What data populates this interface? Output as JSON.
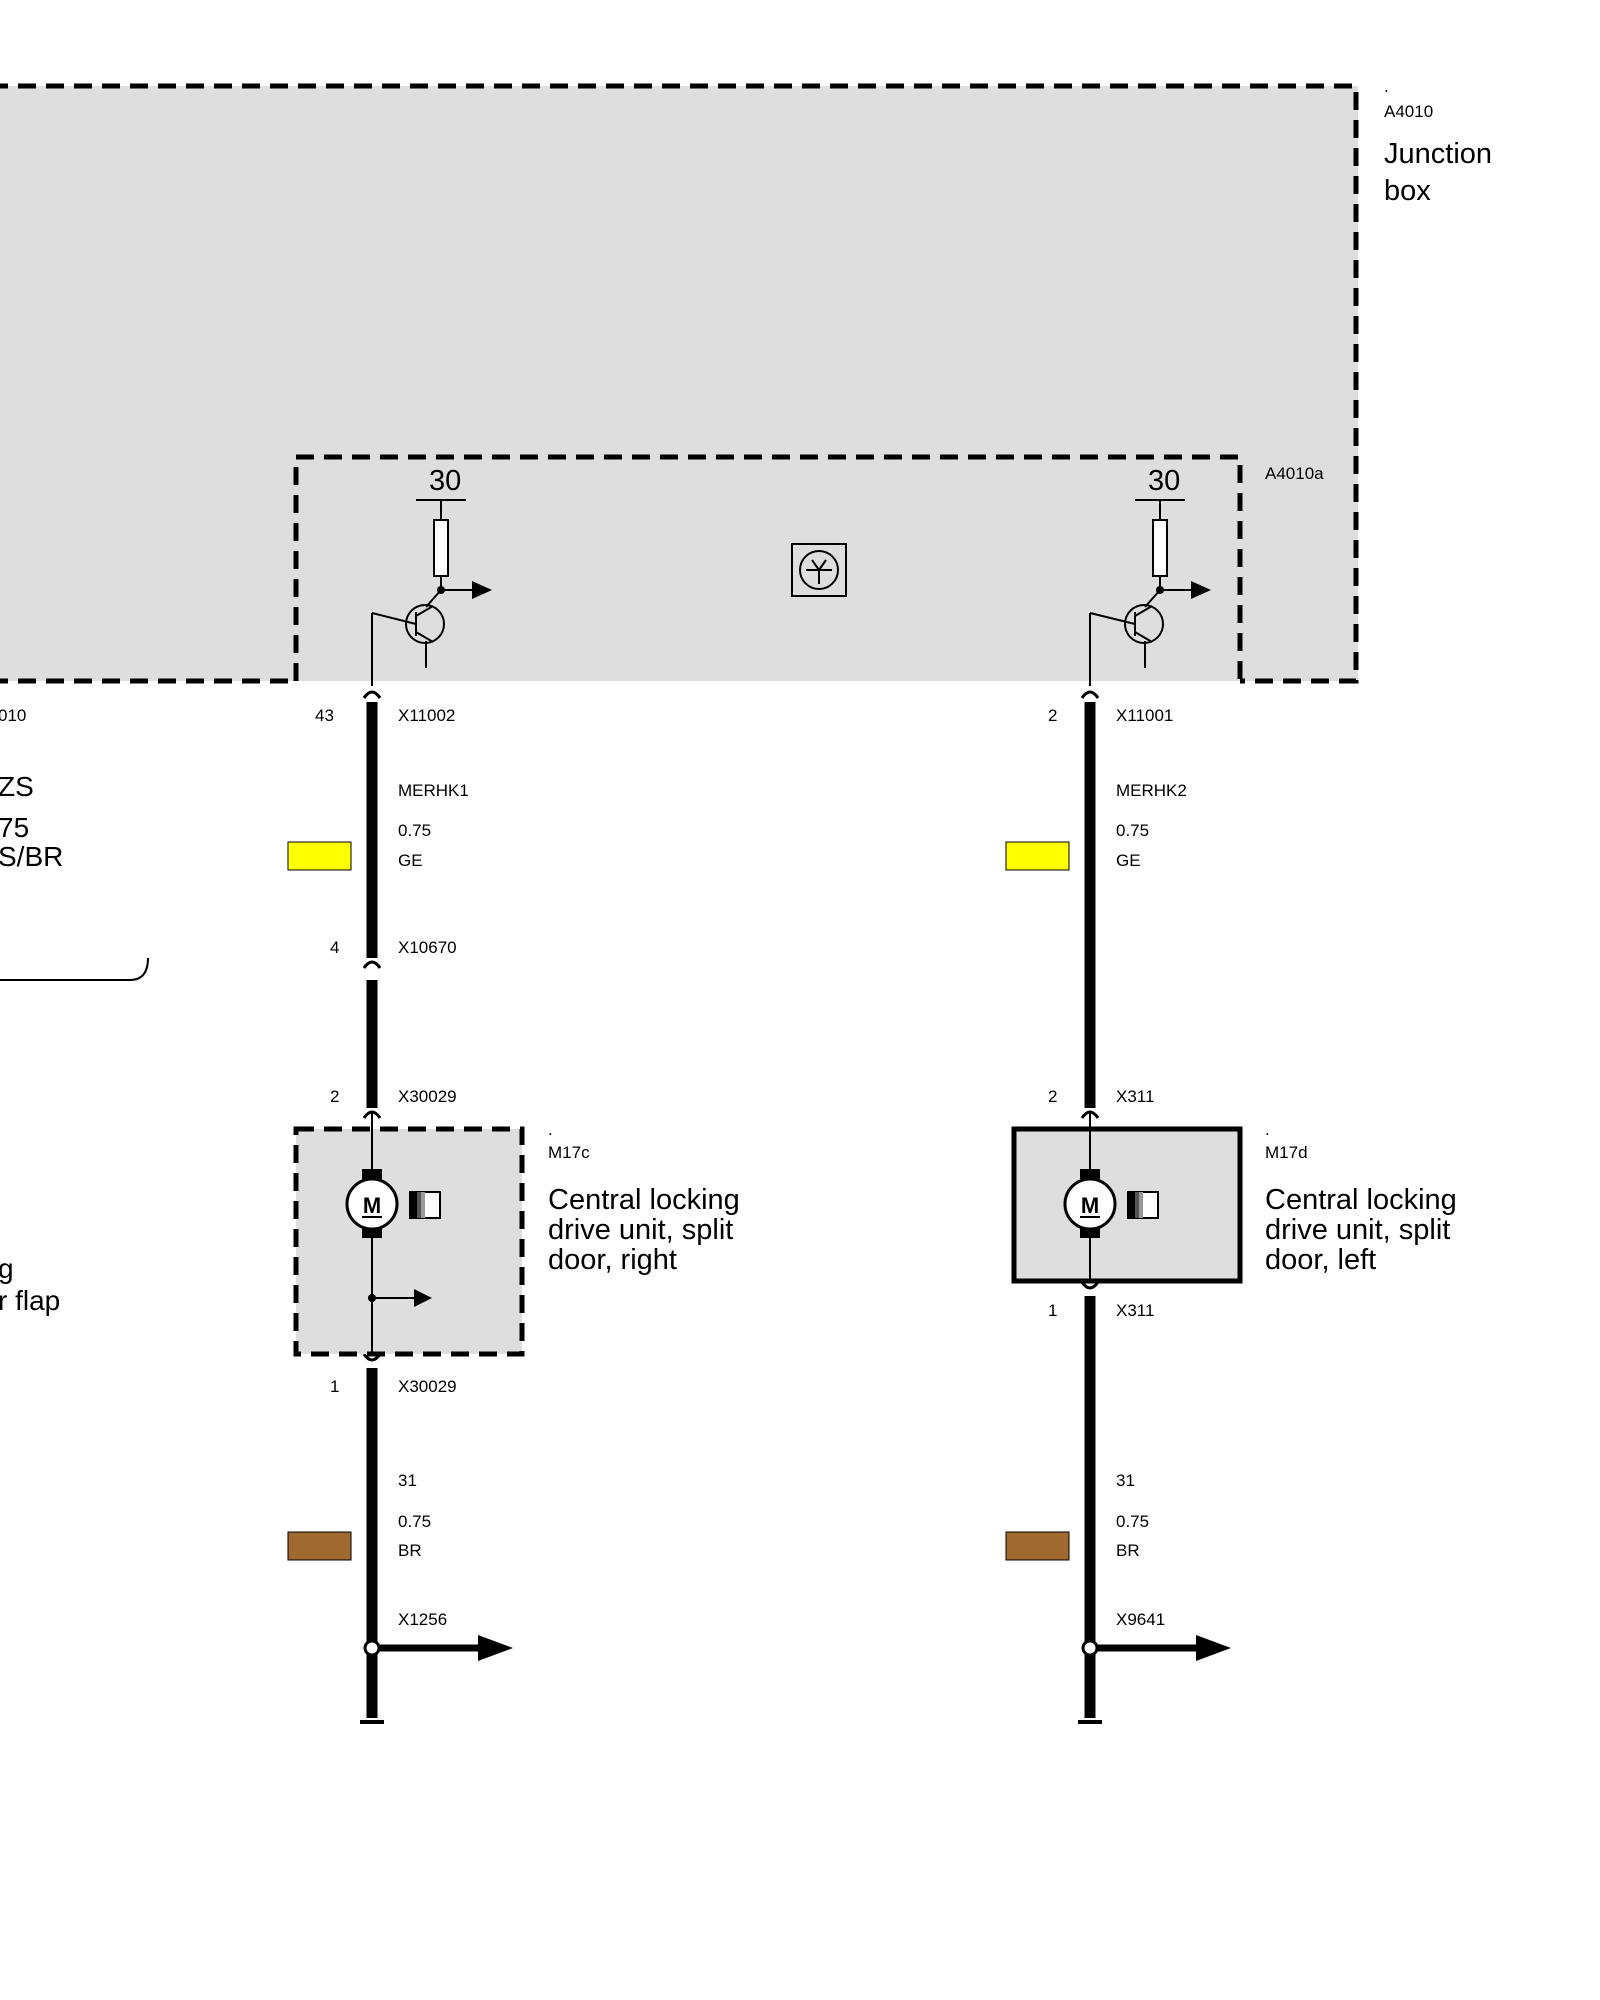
{
  "junction_box": {
    "dot": ".",
    "code": "A4010",
    "title_line1": "Junction",
    "title_line2": "box",
    "sub_code": "A4010a",
    "terminal_right_label": "30",
    "terminal_left_label": "30"
  },
  "left_partial": {
    "code_fragment": "010",
    "text_line1": "ZS",
    "text_line2": "75",
    "text_line3": "S/BR",
    "text_line4": "g",
    "text_line5": "r flap"
  },
  "circuit_right_door": {
    "pin_top": "43",
    "connector_top": "X11002",
    "wire_name": "MERHK1",
    "cross_section": "0.75",
    "color_code": "GE",
    "color_hex": "#ffff00",
    "pin_mid": "4",
    "connector_mid": "X10670",
    "pin_motor_in": "2",
    "connector_motor_in": "X30029",
    "component_dot": ".",
    "component_code": "M17c",
    "component_name_line1": "Central locking",
    "component_name_line2": "drive unit, split",
    "component_name_line3": "door, right",
    "motor_symbol": "M",
    "pin_motor_out": "1",
    "connector_motor_out": "X30029",
    "ground_terminal": "31",
    "ground_cross_section": "0.75",
    "ground_color_code": "BR",
    "ground_color_hex": "#a0692f",
    "ground_connector": "X1256"
  },
  "circuit_left_door": {
    "pin_top": "2",
    "connector_top": "X11001",
    "wire_name": "MERHK2",
    "cross_section": "0.75",
    "color_code": "GE",
    "color_hex": "#ffff00",
    "pin_motor_in": "2",
    "connector_motor_in": "X311",
    "component_dot": ".",
    "component_code": "M17d",
    "component_name_line1": "Central locking",
    "component_name_line2": "drive unit, split",
    "component_name_line3": "door, left",
    "motor_symbol": "M",
    "pin_motor_out": "1",
    "connector_motor_out": "X311",
    "ground_terminal": "31",
    "ground_cross_section": "0.75",
    "ground_color_code": "BR",
    "ground_color_hex": "#a0692f",
    "ground_connector": "X9641"
  }
}
